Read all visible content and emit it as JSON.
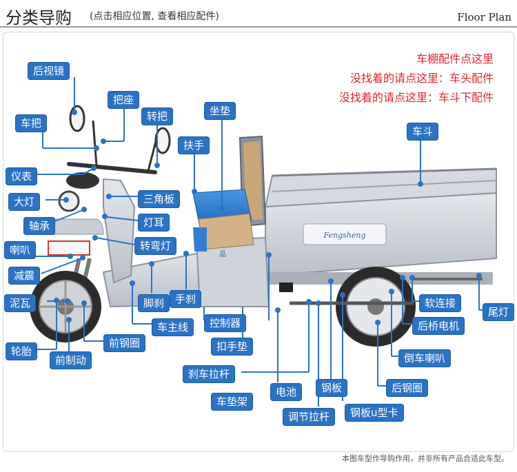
{
  "header": {
    "title": "分类导购",
    "subtitle": "(点击相应位置, 查看相应配件)",
    "floor_plan": "Floor Plan"
  },
  "links": [
    "车棚配件点这里",
    "没找着的请点这里：车头配件",
    "没找着的请点这里：车斗下配件"
  ],
  "vehicle_logo": "Fengsheng",
  "labels": {
    "mirror": "后视镜",
    "handlebar": "车把",
    "seat_mount": "把座",
    "throttle": "转把",
    "cushion": "坐垫",
    "armrest": "扶手",
    "cargo_box": "车斗",
    "meter": "仪表",
    "headlight": "大灯",
    "triangle": "三角板",
    "bearing": "轴承",
    "lamp_ear": "灯耳",
    "horn": "喇叭",
    "turn_signal": "转弯灯",
    "shock": "减震",
    "fender": "泥瓦",
    "foot_brake": "脚刹",
    "hand_brake": "手刹",
    "main_harness": "车主线",
    "controller": "控制器",
    "soft_connector": "软连接",
    "tail_light": "尾灯",
    "rear_axle_motor": "后桥电机",
    "tire": "轮胎",
    "front_rim": "前钢圈",
    "front_brake": "前制动",
    "clasp_pad": "扣手垫",
    "reverse_horn": "倒车喇叭",
    "brake_rod": "刹车拉杆",
    "battery": "电池",
    "leaf_spring": "钢板",
    "rear_rim": "后钢圈",
    "seat_frame": "车垫架",
    "adjust_rod": "调节拉杆",
    "u_clamp": "钢板u型卡"
  },
  "caption": "本图车型作导购作用，并非所有产品合适此车型。",
  "colors": {
    "label_bg": "#2a72c4",
    "link_red": "#e2242b",
    "body_silver": "#c9ced6",
    "seat_blue": "#2f7fd2"
  }
}
